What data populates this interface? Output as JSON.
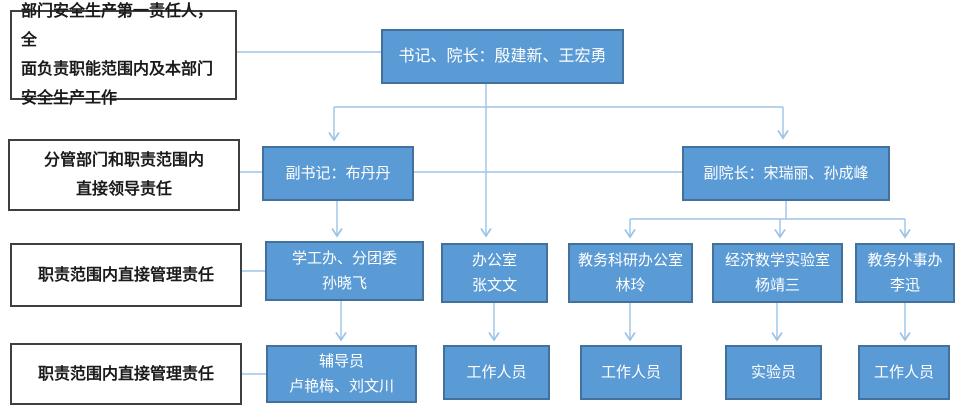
{
  "colors": {
    "node_fill": "#5B9BD5",
    "node_border": "#41719C",
    "label_box_border": "#3F3F3F",
    "connector_line": "#9DC3E6",
    "node_text": "#FFFFFF",
    "label_text": "#1A1A1A",
    "background": "#FFFFFF"
  },
  "side_labels": {
    "first_responsibility": {
      "lines": [
        "部门安全生产第一责任人，全",
        "面负责职能范围内及本部门",
        "安全生产工作"
      ]
    },
    "lead_responsibility": {
      "lines": [
        "分管部门和职责范围内",
        "直接领导责任"
      ]
    },
    "manage_responsibility_row3": {
      "lines": [
        "职责范围内直接管理责任"
      ]
    },
    "manage_responsibility_row4": {
      "lines": [
        "职责范围内直接管理责任"
      ]
    }
  },
  "nodes": {
    "secretary_president": {
      "lines": [
        "书记、院长：殷建新、王宏勇"
      ]
    },
    "deputy_secretary": {
      "lines": [
        "副书记：布丹丹"
      ]
    },
    "vice_president": {
      "lines": [
        "副院长：宋瑞丽、孙成峰"
      ]
    },
    "student_affairs_office": {
      "lines": [
        "学工办、分团委",
        "孙晓飞"
      ]
    },
    "general_office": {
      "lines": [
        "办公室",
        "张文文"
      ]
    },
    "academic_research_office": {
      "lines": [
        "教务科研办公室",
        "林玲"
      ]
    },
    "econ_math_lab": {
      "lines": [
        "经济数学实验室",
        "杨靖三"
      ]
    },
    "academic_foreign_affairs_office": {
      "lines": [
        "教务外事办",
        "李迅"
      ]
    },
    "counselors": {
      "lines": [
        "辅导员",
        "卢艳梅、刘文川"
      ]
    },
    "staff_general_office": {
      "lines": [
        "工作人员"
      ]
    },
    "staff_academic_office": {
      "lines": [
        "工作人员"
      ]
    },
    "lab_technician": {
      "lines": [
        "实验员"
      ]
    },
    "staff_foreign_affairs": {
      "lines": [
        "工作人员"
      ]
    }
  }
}
